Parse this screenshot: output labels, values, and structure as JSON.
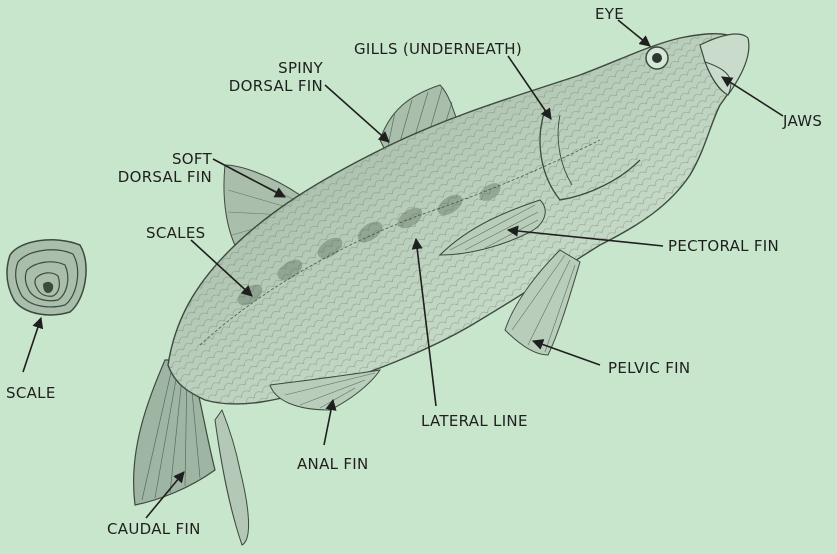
{
  "background_color": "#c8e6cb",
  "sketch_color": "#3d4a40",
  "labels": {
    "eye": "EYE",
    "gills": "GILLS (UNDERNEATH)",
    "spiny_dorsal_fin": [
      "SPINY",
      "DORSAL FIN"
    ],
    "soft_dorsal_fin": [
      "SOFT",
      "DORSAL FIN"
    ],
    "jaws": "JAWS",
    "scales": "SCALES",
    "pectoral_fin": "PECTORAL FIN",
    "pelvic_fin": "PELVIC FIN",
    "scale": "SCALE",
    "lateral_line": "LATERAL LINE",
    "anal_fin": "ANAL FIN",
    "caudal_fin": "CAUDAL FIN"
  }
}
